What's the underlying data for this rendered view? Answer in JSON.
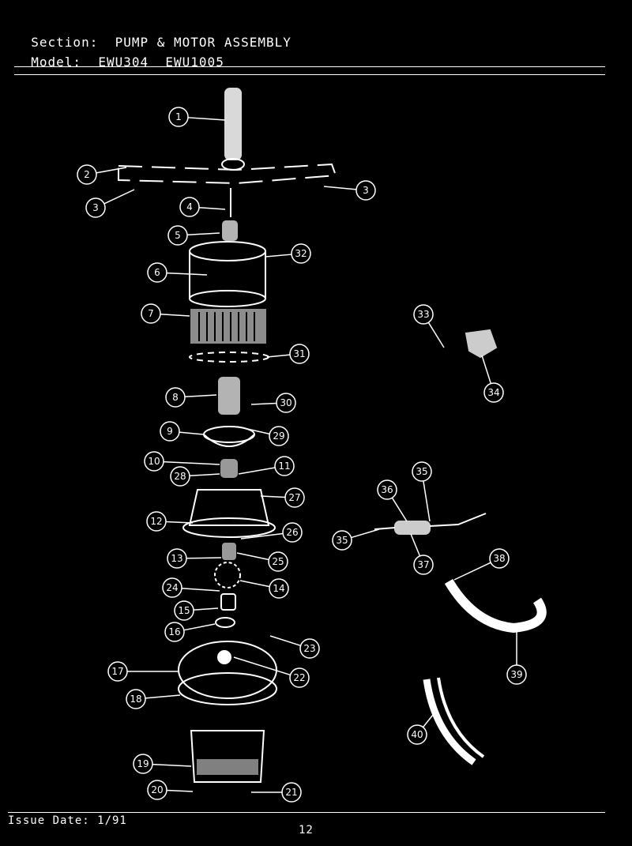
{
  "header": {
    "section_label": "Section:",
    "section_value": "PUMP & MOTOR ASSEMBLY",
    "model_label": "Model:",
    "model_value": "EWU304  EWU1005"
  },
  "footer": {
    "issue_date": "Issue Date: 1/91",
    "page_number": "12"
  },
  "callouts": [
    "1",
    "2",
    "3",
    "3",
    "4",
    "5",
    "32",
    "6",
    "7",
    "31",
    "8",
    "30",
    "9",
    "29",
    "10",
    "28",
    "11",
    "27",
    "12",
    "26",
    "13",
    "25",
    "14",
    "24",
    "15",
    "16",
    "23",
    "17",
    "22",
    "18",
    "19",
    "20",
    "21",
    "33",
    "34",
    "35",
    "36",
    "35",
    "37",
    "38",
    "39",
    "40"
  ]
}
